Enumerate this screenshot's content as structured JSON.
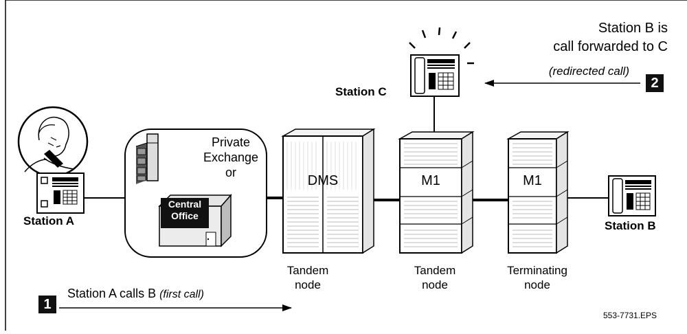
{
  "stations": {
    "a": "Station A",
    "b": "Station B",
    "c": "Station C"
  },
  "exchange": {
    "line1": "Private",
    "line2": "Exchange",
    "line3": "or",
    "co_line1": "Central",
    "co_line2": "Office"
  },
  "nodes": [
    {
      "name": "DMS",
      "line1": "Tandem",
      "line2": "node"
    },
    {
      "name": "M1",
      "line1": "Tandem",
      "line2": "node"
    },
    {
      "name": "M1",
      "line1": "Terminating",
      "line2": "node"
    }
  ],
  "step1": {
    "number": "1",
    "text": "Station A calls B",
    "note": "(first call)"
  },
  "step2": {
    "number": "2",
    "line1": "Station B is",
    "line2": "call forwarded to C",
    "note": "(redirected call)"
  },
  "figure_id": "553-7731.EPS"
}
